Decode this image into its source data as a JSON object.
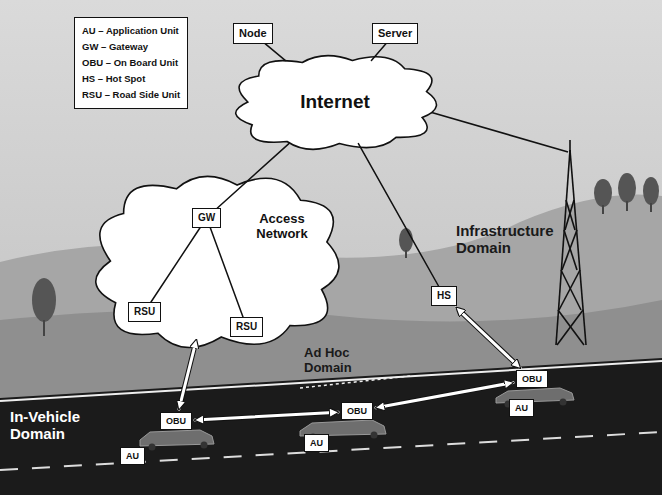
{
  "diagram": {
    "nodes": [
      {
        "text": [
          "Node"
        ]
      },
      {
        "text": [
          "Server"
        ]
      },
      {
        "text": [
          "Internet"
        ]
      },
      {
        "text": [
          "Access Network"
        ]
      },
      {
        "text": [
          "GW"
        ],
        "in": 3
      },
      {
        "text": [
          "RSU"
        ],
        "in": 3
      },
      {
        "text": [
          "RSU"
        ],
        "in": 3
      },
      {
        "text": [
          "HS"
        ]
      },
      {
        "text": [
          "OBU"
        ]
      },
      {
        "text": [
          "OBU"
        ]
      },
      {
        "text": [
          "OBU"
        ]
      },
      {
        "text": [
          "AU"
        ]
      },
      {
        "text": [
          "AU"
        ]
      },
      {
        "text": [
          "AU"
        ]
      }
    ],
    "edges": [
      {
        "from": 0,
        "to": 2,
        "arrow": "none"
      },
      {
        "from": 1,
        "to": 2,
        "arrow": "none"
      },
      {
        "from": 2,
        "to": 4,
        "arrow": "none"
      },
      {
        "from": 2,
        "to": 7,
        "arrow": "none"
      },
      {
        "from": 4,
        "to": 5,
        "arrow": "none"
      },
      {
        "from": 4,
        "to": 6,
        "arrow": "none"
      },
      {
        "from": 3,
        "to": 10,
        "arrow": "both"
      },
      {
        "from": 7,
        "to": 8,
        "arrow": "both"
      },
      {
        "from": 10,
        "to": 9,
        "arrow": "both"
      },
      {
        "from": 9,
        "to": 8,
        "arrow": "both"
      }
    ],
    "labels": [
      "Infrastructure Domain",
      "Ad Hoc Domain",
      "In-Vehicle Domain"
    ],
    "legend": [
      {
        "text": "AU – Application Unit"
      },
      {
        "text": "GW – Gateway"
      },
      {
        "text": "OBU – On Board Unit"
      },
      {
        "text": "HS – Hot Spot"
      },
      {
        "text": "RSU – Road Side Unit"
      }
    ]
  }
}
